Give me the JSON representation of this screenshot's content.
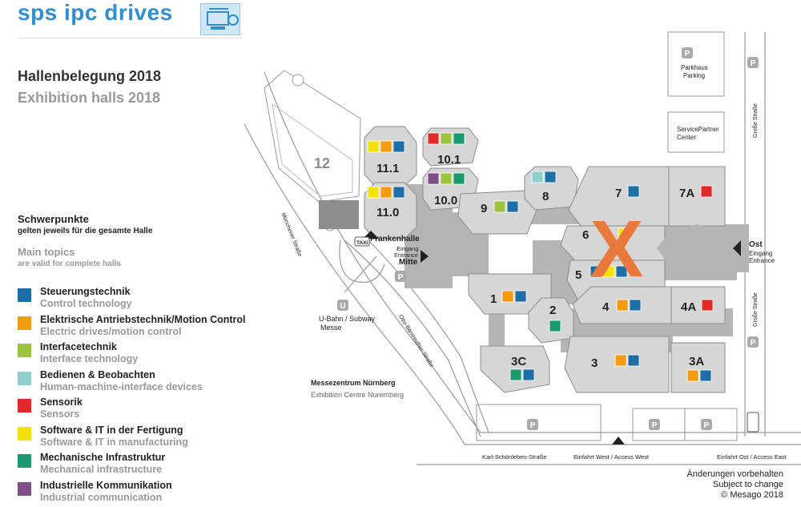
{
  "header": {
    "logo_text": "sps ipc drives",
    "logo_icon": "machine-logo-icon",
    "title_de": "Hallenbelegung 2018",
    "title_en": "Exhibition halls 2018"
  },
  "focus": {
    "title_de": "Schwerpunkte",
    "subtitle_de": "gelten jeweils für die gesamte Halle",
    "title_en": "Main topics",
    "subtitle_en": "are valid for complete halls"
  },
  "legend": [
    {
      "key": "steuerung",
      "de": "Steuerungstechnik",
      "en": "Control technology",
      "color": "#1e6fa8"
    },
    {
      "key": "antrieb",
      "de": "Elektrische Antriebstechnik/Motion Control",
      "en": "Electric drives/motion control",
      "color": "#f39c12"
    },
    {
      "key": "interface",
      "de": "Interfacetechnik",
      "en": "Interface technology",
      "color": "#9bc53d"
    },
    {
      "key": "hmi",
      "de": "Bedienen & Beobachten",
      "en": "Human-machine-interface devices",
      "color": "#8fd0cf"
    },
    {
      "key": "sensorik",
      "de": "Sensorik",
      "en": "Sensors",
      "color": "#e02a2a"
    },
    {
      "key": "software",
      "de": "Software & IT in der Fertigung",
      "en": "Software & IT in manufacturing",
      "color": "#f5e10a"
    },
    {
      "key": "mechanik",
      "de": "Mechanische Infrastruktur",
      "en": "Mechanical infrastructure",
      "color": "#1a9a6e"
    },
    {
      "key": "kommunikation",
      "de": "Industrielle Kommunikation",
      "en": "Industrial communication",
      "color": "#7d4f86"
    }
  ],
  "halls": [
    {
      "id": "12",
      "label": "12",
      "topics": []
    },
    {
      "id": "11.1",
      "label": "11.1",
      "topics": [
        "software",
        "antrieb",
        "steuerung"
      ]
    },
    {
      "id": "11.0",
      "label": "11.0",
      "topics": [
        "software",
        "antrieb",
        "steuerung"
      ]
    },
    {
      "id": "10.1",
      "label": "10.1",
      "topics": [
        "sensorik",
        "interface",
        "mechanik"
      ]
    },
    {
      "id": "10.0",
      "label": "10.0",
      "topics": [
        "kommunikation",
        "interface",
        "mechanik"
      ]
    },
    {
      "id": "9",
      "label": "9",
      "topics": [
        "interface",
        "steuerung"
      ]
    },
    {
      "id": "8",
      "label": "8",
      "topics": [
        "hmi",
        "steuerung"
      ]
    },
    {
      "id": "7",
      "label": "7",
      "topics": [
        "steuerung"
      ]
    },
    {
      "id": "7A",
      "label": "7A",
      "topics": [
        "sensorik"
      ]
    },
    {
      "id": "6",
      "label": "6",
      "topics": [
        "software"
      ]
    },
    {
      "id": "5",
      "label": "5",
      "topics": [
        "steuerung",
        "software",
        "steuerung"
      ]
    },
    {
      "id": "4",
      "label": "4",
      "topics": [
        "antrieb",
        "steuerung"
      ]
    },
    {
      "id": "4A",
      "label": "4A",
      "topics": [
        "sensorik"
      ]
    },
    {
      "id": "1",
      "label": "1",
      "topics": [
        "antrieb",
        "steuerung"
      ]
    },
    {
      "id": "2",
      "label": "2",
      "topics": [
        "mechanik"
      ]
    },
    {
      "id": "3C",
      "label": "3C",
      "topics": [
        "mechanik",
        "steuerung"
      ]
    },
    {
      "id": "3",
      "label": "3",
      "topics": [
        "antrieb",
        "steuerung"
      ]
    },
    {
      "id": "3A",
      "label": "3A",
      "topics": [
        "antrieb",
        "steuerung"
      ]
    }
  ],
  "labels": {
    "parkhaus": "Parkhaus",
    "parking": "Parking",
    "service_partner": "ServicePartner",
    "center": "Center",
    "grosse_strasse": "Große Straße",
    "ost": "Ost",
    "eingang": "Eingang",
    "entrance": "Entrance",
    "frankenhalle": "Frankenhalle",
    "mitte": "Mitte",
    "taxi": "TAXI",
    "ubahn": "U-Bahn / Subway",
    "messe": "Messe",
    "u_symbol": "U",
    "p_symbol": "P",
    "muenchener": "Münchener Straße",
    "otto_baerenreuther": "Otto-Bärnreuther-Straße",
    "messezentrum_de": "Messezentrum Nürnberg",
    "messezentrum_en": "Exhibition Centre Nuremberg",
    "karl_schoenleben": "Karl-Schönleben-Straße",
    "einfahrt_west": "Einfahrt West / Access West",
    "einfahrt_ost": "Einfahrt Ost / Access East",
    "marker": "X"
  },
  "footer": {
    "line1": "Änderungen vorbehalten",
    "line2": "Subject to change",
    "line3": "© Mesago 2018"
  },
  "colors": {
    "hall_fill": "#d6d6d6",
    "hall_stroke": "#8c8c8c",
    "connector": "#b5b5b5",
    "road": "#9a9a9a",
    "marker": "#e8793a",
    "logo_blue": "#2f8fd0"
  }
}
